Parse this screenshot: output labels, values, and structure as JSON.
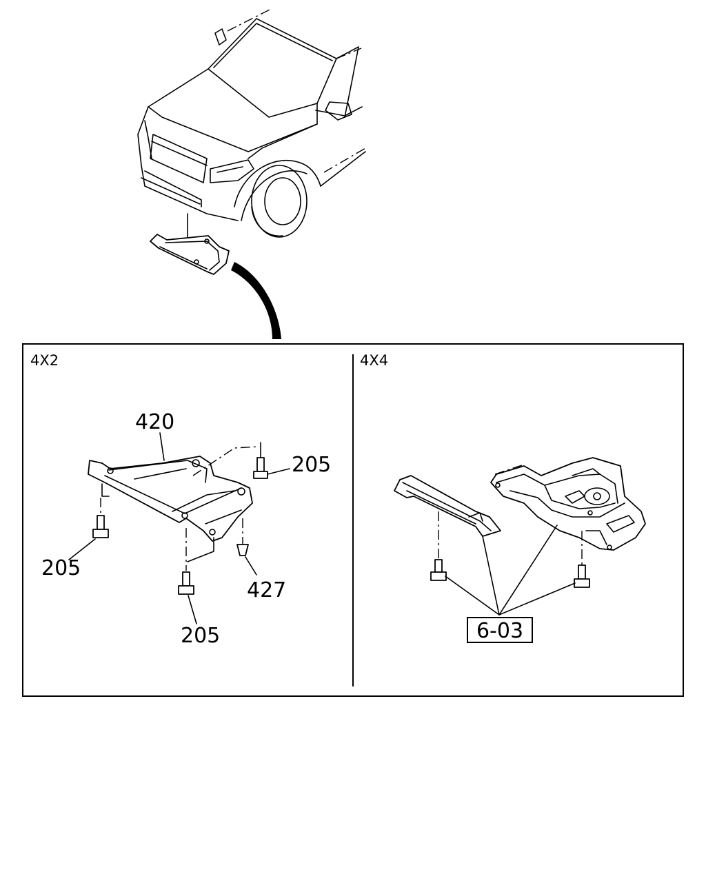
{
  "panels": {
    "left_title": "4X2",
    "right_title": "4X4"
  },
  "callouts": {
    "part_420": "420",
    "part_205_right": "205",
    "part_205_left": "205",
    "part_205_bottom": "205",
    "part_427": "427",
    "ref_box": "6-03"
  }
}
